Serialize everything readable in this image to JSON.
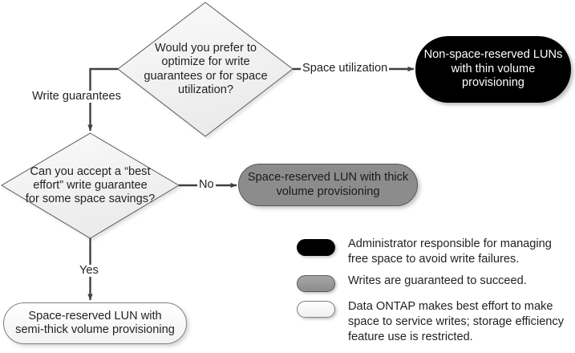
{
  "diagram": {
    "title": "LUN space reservation and volume provisioning decision flowchart",
    "nodes": {
      "decision_optimize": "Would you prefer to\noptimize for write\nguarantees or for space\nutilization?",
      "decision_best_effort": "Can you accept a “best\neffort” write guarantee\nfor some space savings?",
      "outcome_thin": "Non-space-reserved LUNs\nwith thin volume\nprovisioning",
      "outcome_thick": "Space-reserved LUN with thick\nvolume provisioning",
      "outcome_semithick": "Space-reserved LUN with\nsemi-thick volume provisioning"
    },
    "edge_labels": {
      "space_utilization": "Space utilization",
      "write_guarantees": "Write guarantees",
      "no": "No",
      "yes": "Yes"
    },
    "colors": {
      "thin_fill": "#000000",
      "thick_fill": "#8c8c8c",
      "semithick_fill": "#ffffff",
      "decision_fill": "#f2f2f2",
      "line": "#404040",
      "text": "#231f20"
    }
  },
  "legend": {
    "items": [
      {
        "swatch": "black-pill-swatch",
        "text": "Administrator responsible for managing\nfree space to avoid write failures."
      },
      {
        "swatch": "gray-pill-swatch",
        "text": "Writes are guaranteed to succeed."
      },
      {
        "swatch": "white-pill-swatch",
        "text": "Data ONTAP makes best effort to make\nspace to service writes; storage efficiency\nfeature use is restricted."
      }
    ]
  }
}
